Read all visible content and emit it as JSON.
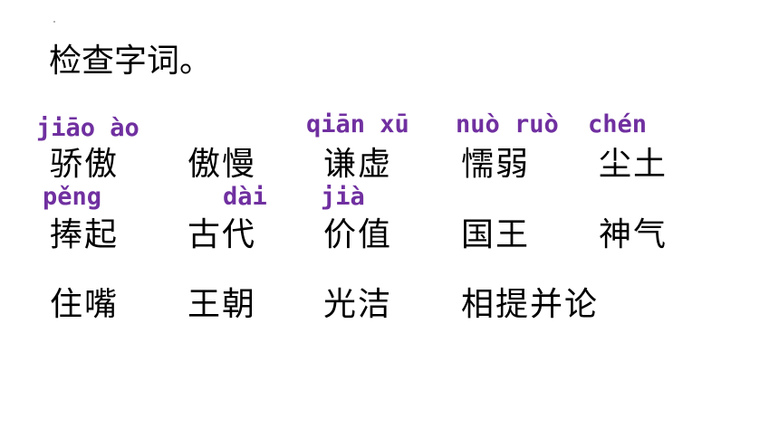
{
  "title": "检查字词。",
  "colors": {
    "pinyin": "#7030A0",
    "text": "#000000",
    "background": "#FFFFFF"
  },
  "pinyin": {
    "jiao_ao": "jiāo ào",
    "qian_xu": "qiān xū",
    "nuo_ruo": "nuò ruò",
    "chen": "chén",
    "peng": "pěng",
    "dai": "dài",
    "jia": "jià"
  },
  "rows": [
    [
      "骄傲",
      "傲慢",
      "谦虚",
      "懦弱",
      "尘土"
    ],
    [
      "捧起",
      "古代",
      "价值",
      "国王",
      "神气"
    ],
    [
      "住嘴",
      "王朝",
      "光洁",
      "相提并论"
    ]
  ]
}
